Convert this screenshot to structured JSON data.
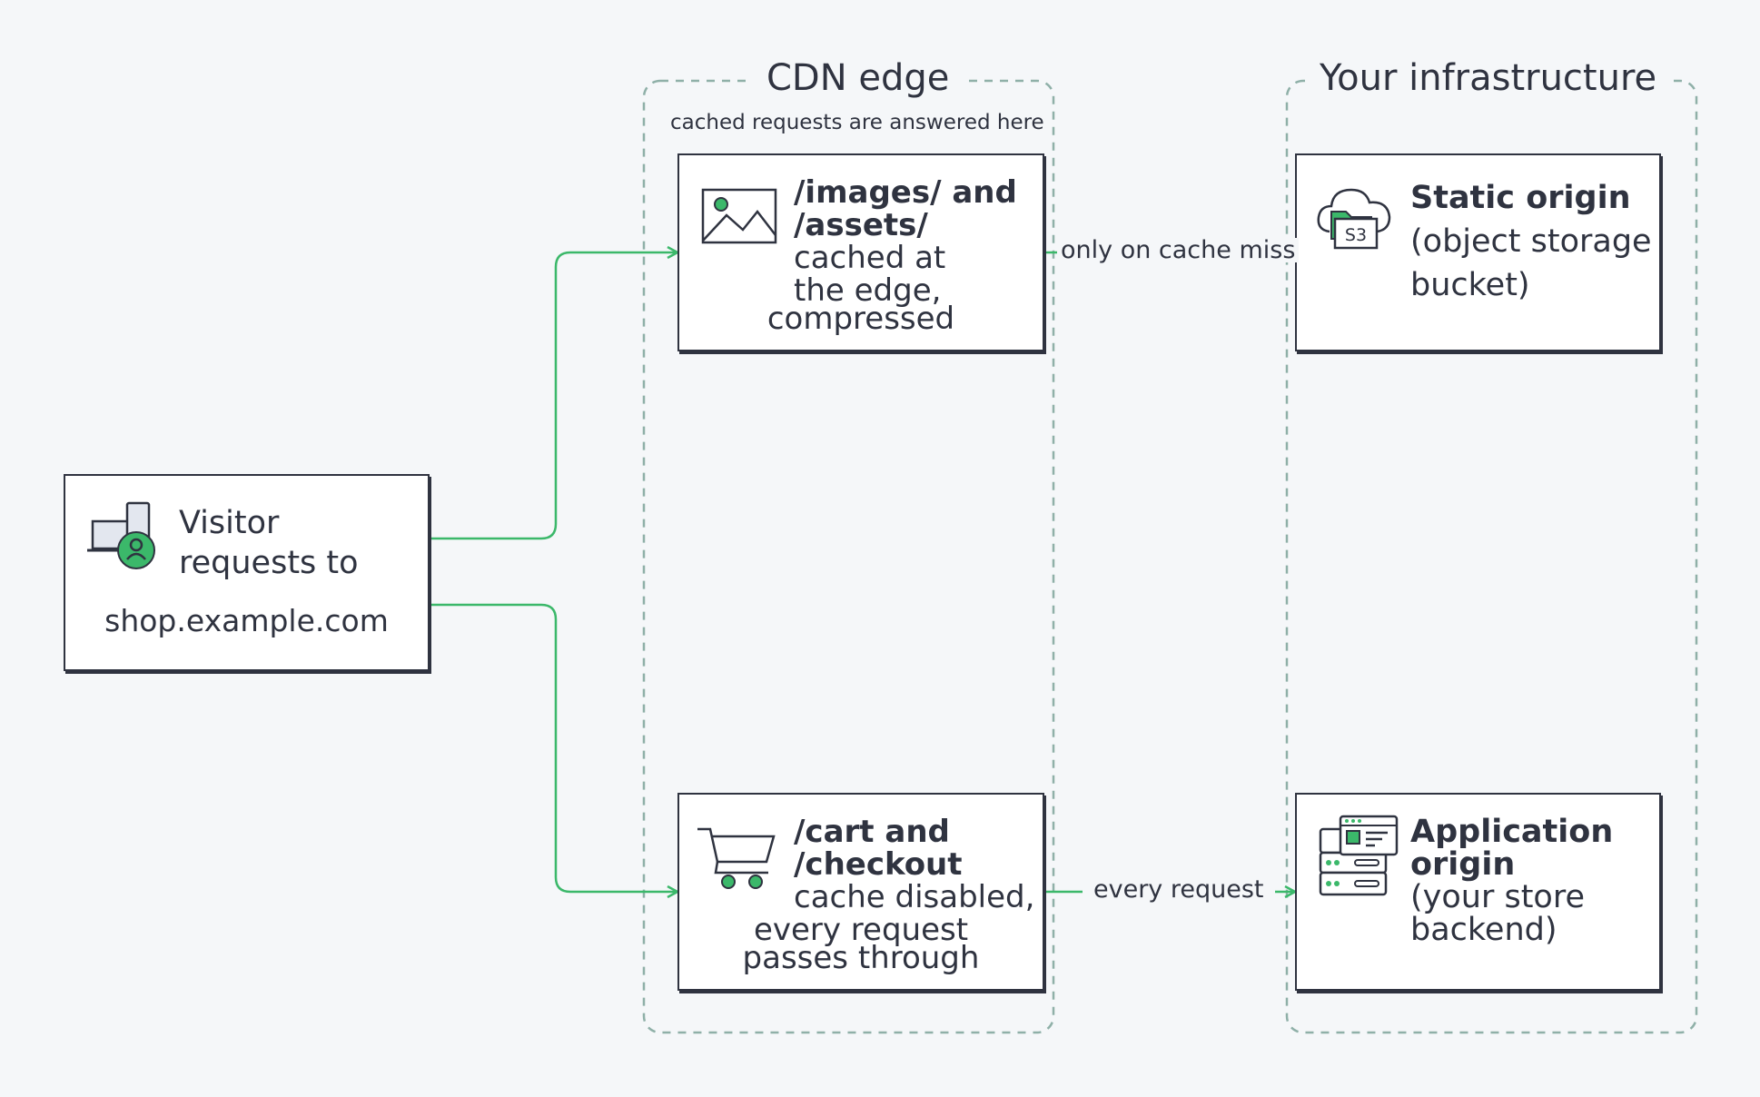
{
  "groups": {
    "cdn": {
      "title": "CDN edge",
      "subtitle": "cached requests are answered here"
    },
    "infra": {
      "title": "Your infrastructure"
    }
  },
  "visitor": {
    "line1": "Visitor",
    "line2": "requests to",
    "domain": "shop.example.com",
    "icon": "devices-user-icon"
  },
  "images_node": {
    "bold1": "/images/ and",
    "bold2": "/assets/",
    "line3": "cached at",
    "line4": "the edge,",
    "line5": "compressed",
    "icon": "image-icon"
  },
  "cart_node": {
    "bold1": "/cart and",
    "bold2": "/checkout",
    "line3": "cache disabled,",
    "line4": "every request",
    "line5": "passes through",
    "icon": "shopping-cart-icon"
  },
  "static_origin": {
    "title": "Static origin",
    "line2": "(object storage",
    "line3": "bucket)",
    "icon_label": "S3",
    "icon": "cloud-storage-icon"
  },
  "app_origin": {
    "title1": "Application",
    "title2": "origin",
    "line3": "(your store",
    "line4": "backend)",
    "icon": "server-app-icon"
  },
  "edges": {
    "cache_miss": "only on cache miss",
    "every_request": "every request"
  },
  "colors": {
    "accent": "#3bb86a",
    "ink": "#2f3340",
    "group_border": "#8fb0a8",
    "background": "#f5f7f9"
  }
}
